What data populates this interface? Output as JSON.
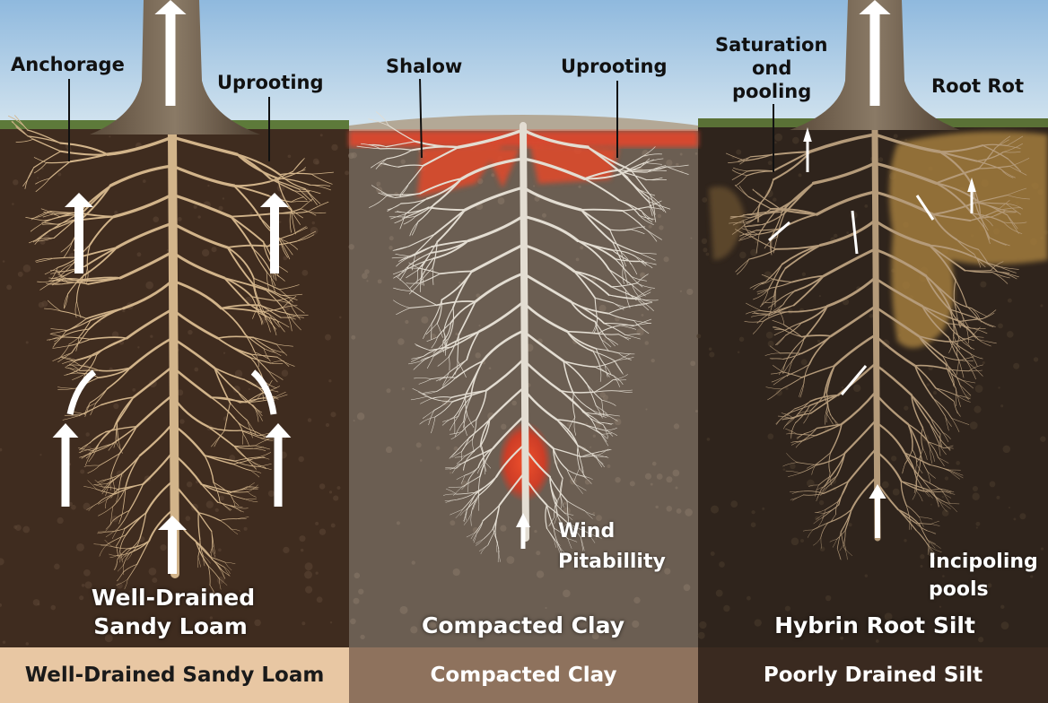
{
  "panels": [
    {
      "name": "sandy-loam",
      "callouts": [
        "Anchorage",
        "Uprooting"
      ],
      "caption_lines": [
        "Well-Drained",
        "Sandy Loam"
      ],
      "footer": "Well-Drained Sandy Loam"
    },
    {
      "name": "compacted-clay",
      "callouts": [
        "Shalow",
        "Uprooting"
      ],
      "bottom_note_lines": [
        "Wind",
        "Pitabillity"
      ],
      "caption_lines": [
        "Compacted Clay"
      ],
      "footer": "Compacted Clay"
    },
    {
      "name": "poorly-drained-silt",
      "callouts": [
        "Saturation",
        "ond",
        "pooling",
        "Root Rot"
      ],
      "bottom_note_lines": [
        "Incipoling",
        "pools"
      ],
      "caption_lines": [
        "Hybrin Root Silt"
      ],
      "footer": "Poorly Drained Silt"
    }
  ],
  "colors": {
    "sky": "#a9cbe6",
    "soil_loam": "#3f2c1f",
    "soil_clay": "#6b5e52",
    "soil_silt": "#2f241c",
    "root_loam": "#d2b48a",
    "root_clay": "#e3ddd2",
    "root_silt": "#b59b7a",
    "stress_red": "#e8442a",
    "footer_loam": "#e8c7a3",
    "footer_clay": "#8e725d",
    "footer_silt": "#3a2a20"
  }
}
